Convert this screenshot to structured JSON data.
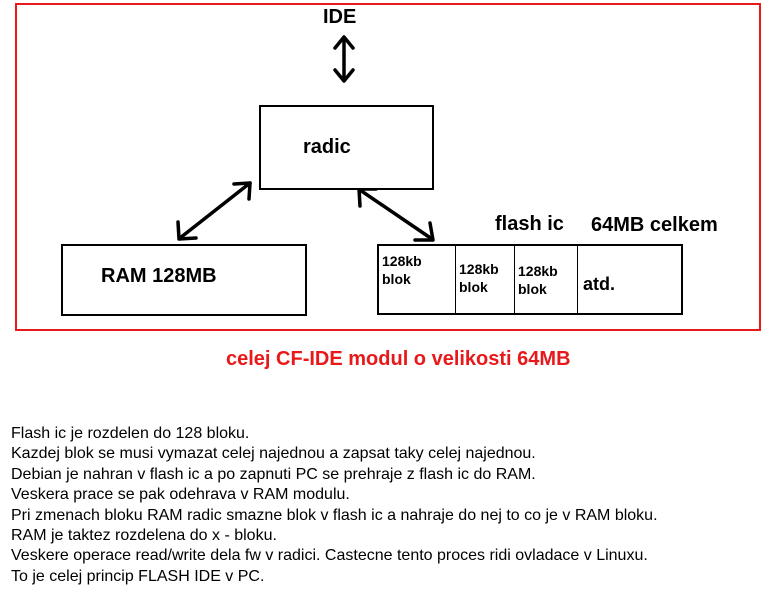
{
  "diagram": {
    "ide_label": "IDE",
    "controller_label": "radic",
    "ram_label": "RAM 128MB",
    "flash_label": "flash ic",
    "flash_size_label": "64MB celkem",
    "flash_cells": [
      {
        "line1": "128kb",
        "line2": "blok"
      },
      {
        "line1": "128kb",
        "line2": "blok"
      },
      {
        "line1": "128kb",
        "line2": "blok"
      }
    ],
    "flash_more_label": "atd.",
    "caption": "celej CF-IDE modul o velikosti 64MB",
    "colors": {
      "frame": "#e8191a",
      "caption": "#e8191a",
      "lines": "#000000"
    }
  },
  "description": {
    "lines": [
      "Flash ic je rozdelen do 128 bloku.",
      "Kazdej blok se musi vymazat celej najednou a zapsat taky celej najednou.",
      "Debian je nahran v flash ic a po zapnuti PC se prehraje z flash ic do RAM.",
      "Veskera prace se pak odehrava v RAM modulu.",
      "Pri zmenach bloku RAM radic smazne blok v flash ic a nahraje do nej to co je v RAM bloku.",
      "RAM je taktez rozdelena do x - bloku.",
      "Veskere operace read/write dela fw v radici. Castecne tento proces ridi ovladace v Linuxu.",
      "To je celej princip FLASH IDE v PC."
    ]
  }
}
